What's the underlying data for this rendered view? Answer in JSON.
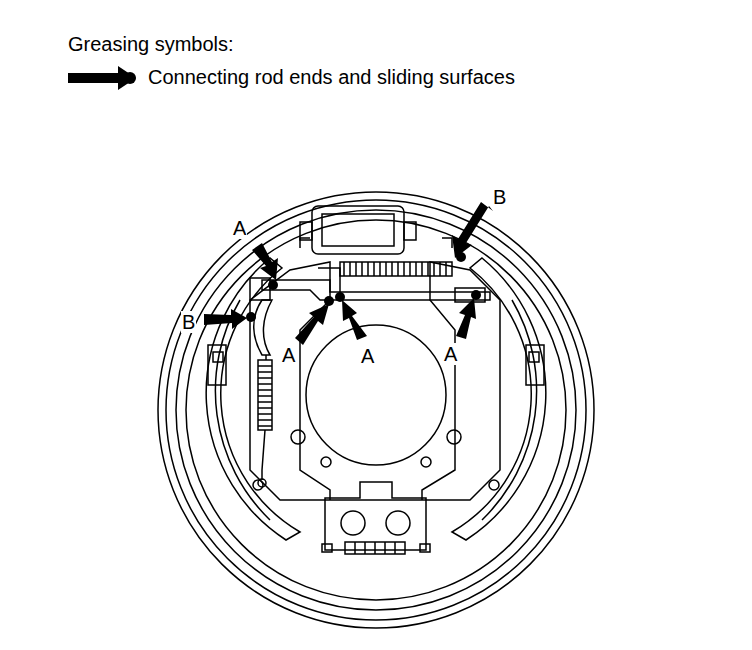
{
  "diagram": {
    "title": "Greasing symbols:",
    "labels": [
      "B",
      "A",
      "B",
      "A",
      "A",
      "A"
    ],
    "legend": [
      {
        "text": "Connecting rod ends and sliding surfaces"
      }
    ]
  }
}
